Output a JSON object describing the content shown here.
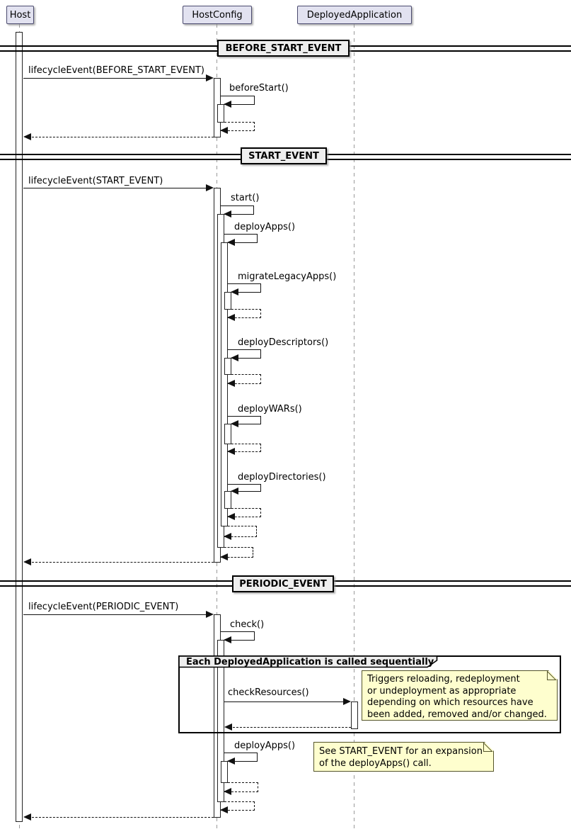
{
  "colors": {
    "participant_fill": "#E2E2F0",
    "participant_border": "#4A4A6E",
    "divider_fill": "#EEEEEE",
    "divider_border": "#000000",
    "note_fill": "#FEFECE",
    "note_border": "#55552B",
    "group_header_fill": "#EEEEEE",
    "lifeline": "#999999",
    "line": "#111111"
  },
  "participants": [
    {
      "label": "Host"
    },
    {
      "label": "HostConfig"
    },
    {
      "label": "DeployedApplication"
    }
  ],
  "sections": {
    "before_start": {
      "divider": "BEFORE_START_EVENT",
      "messages": {
        "lifecycle": "lifecycleEvent(BEFORE_START_EVENT)",
        "before_start": "beforeStart()"
      }
    },
    "start": {
      "divider": "START_EVENT",
      "messages": {
        "lifecycle": "lifecycleEvent(START_EVENT)",
        "start": "start()",
        "deploy_apps": "deployApps()",
        "migrate_legacy_apps": "migrateLegacyApps()",
        "deploy_descriptors": "deployDescriptors()",
        "deploy_wars": "deployWARs()",
        "deploy_directories": "deployDirectories()"
      }
    },
    "periodic": {
      "divider": "PERIODIC_EVENT",
      "group_label": "Each DeployedApplication is called sequentially",
      "messages": {
        "lifecycle": "lifecycleEvent(PERIODIC_EVENT)",
        "check": "check()",
        "check_resources": "checkResources()",
        "deploy_apps": "deployApps()"
      },
      "notes": {
        "check_resources_note": {
          "lines": [
            "Triggers reloading, redeployment",
            "or undeployment as appropriate",
            "depending on which resources have",
            "been added, removed and/or changed."
          ]
        },
        "deploy_apps_note": {
          "lines": [
            "See START_EVENT for an expansion",
            "of the deployApps() call."
          ]
        }
      }
    }
  }
}
